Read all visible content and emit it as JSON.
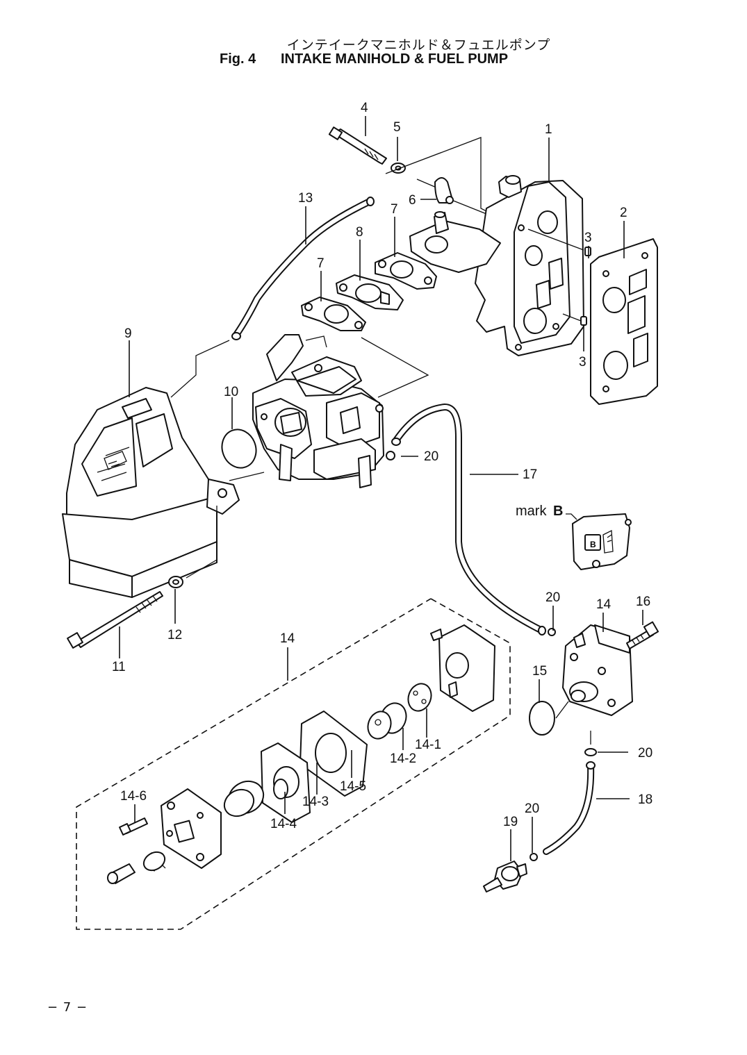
{
  "header": {
    "title_jp": "インテイークマニホルド＆フュエルポンプ",
    "fig_label": "Fig. 4",
    "title_en": "INTAKE MANIHOLD & FUEL PUMP"
  },
  "callouts": {
    "p1": "1",
    "p2": "2",
    "p3a": "3",
    "p3b": "3",
    "p4": "4",
    "p5": "5",
    "p6": "6",
    "p7a": "7",
    "p7b": "7",
    "p8": "8",
    "p9": "9",
    "p10": "10",
    "p11": "11",
    "p12": "12",
    "p13": "13",
    "p14a": "14",
    "p14b": "14",
    "p14_1": "14-1",
    "p14_2": "14-2",
    "p14_3": "14-3",
    "p14_4": "14-4",
    "p14_5": "14-5",
    "p14_6": "14-6",
    "p15": "15",
    "p16": "16",
    "p17": "17",
    "p18": "18",
    "p19": "19",
    "p20a": "20",
    "p20b": "20",
    "p20c": "20",
    "p20d": "20"
  },
  "mark": {
    "label": "mark",
    "letter": "B"
  },
  "footer": {
    "page_number": "− 7 −"
  }
}
